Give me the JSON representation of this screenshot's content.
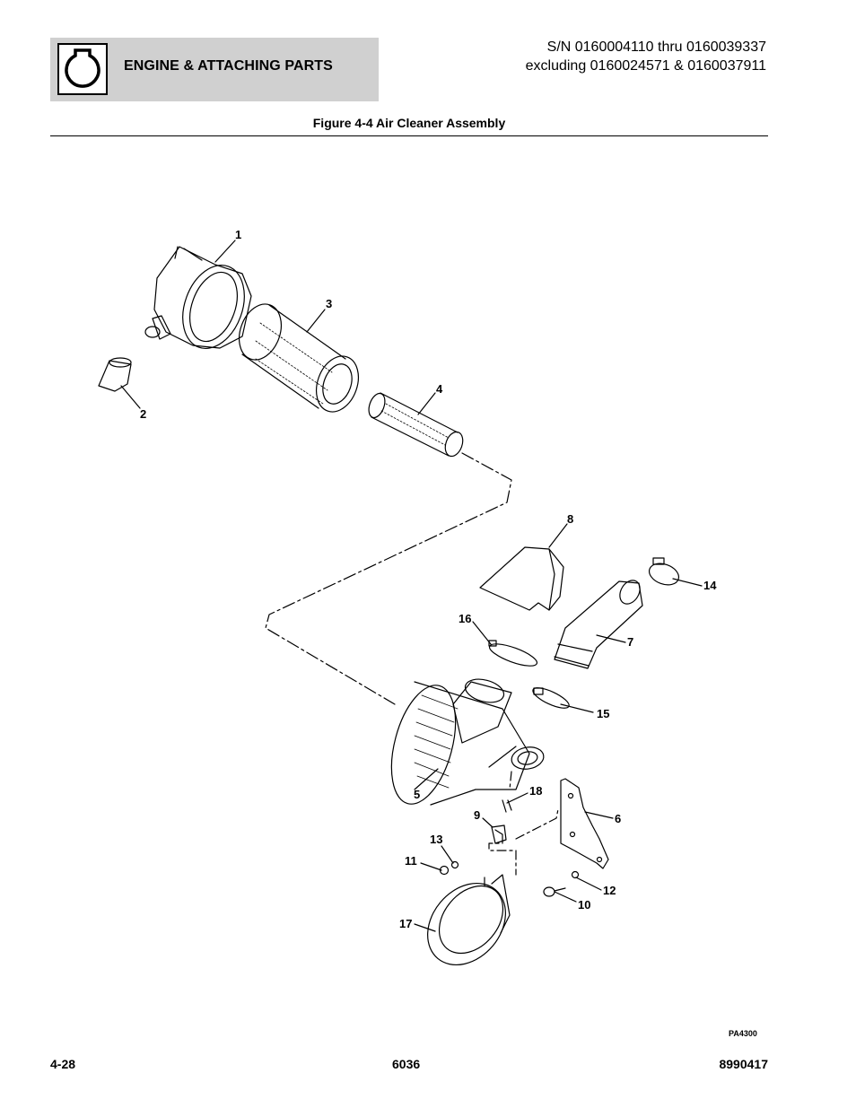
{
  "header": {
    "icon": "engine-icon",
    "section_title": "ENGINE & ATTACHING PARTS",
    "sn_line1": "S/N 0160004110 thru 0160039337",
    "sn_line2": "excluding 0160024571 & 0160037911",
    "background_color": "#d0d0d0"
  },
  "figure": {
    "title": "Figure 4-4 Air Cleaner Assembly",
    "code": "PA4300",
    "callouts": [
      "1",
      "2",
      "3",
      "4",
      "5",
      "6",
      "7",
      "8",
      "9",
      "10",
      "11",
      "12",
      "13",
      "14",
      "15",
      "16",
      "17",
      "18"
    ]
  },
  "footer": {
    "page_number": "4-28",
    "model": "6036",
    "document_number": "8990417"
  }
}
